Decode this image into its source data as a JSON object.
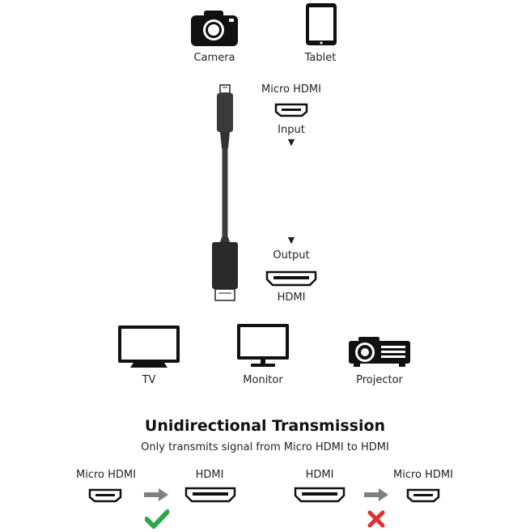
{
  "sources": {
    "camera": {
      "label": "Camera",
      "icon": "camera-icon"
    },
    "tablet": {
      "label": "Tablet",
      "icon": "tablet-icon"
    }
  },
  "cable": {
    "input_connector": "Micro HDMI",
    "input_label": "Input",
    "output_label": "Output",
    "output_connector": "HDMI",
    "arrow_glyph": "▼"
  },
  "displays": {
    "tv": {
      "label": "TV",
      "icon": "tv-icon"
    },
    "monitor": {
      "label": "Monitor",
      "icon": "monitor-icon"
    },
    "projector": {
      "label": "Projector",
      "icon": "projector-icon"
    }
  },
  "transmission": {
    "title": "Unidirectional Transmission",
    "subtitle": "Only transmits signal from Micro HDMI to HDMI",
    "examples": [
      {
        "from": "Micro HDMI",
        "to": "HDMI",
        "valid": true,
        "result_icon": "check-icon",
        "color": "#2aa84a"
      },
      {
        "from": "HDMI",
        "to": "Micro HDMI",
        "valid": false,
        "result_icon": "cross-icon",
        "color": "#e03030"
      }
    ]
  },
  "colors": {
    "ink": "#111111",
    "arrow": "#808080",
    "check": "#2aa84a",
    "cross": "#e03030"
  }
}
